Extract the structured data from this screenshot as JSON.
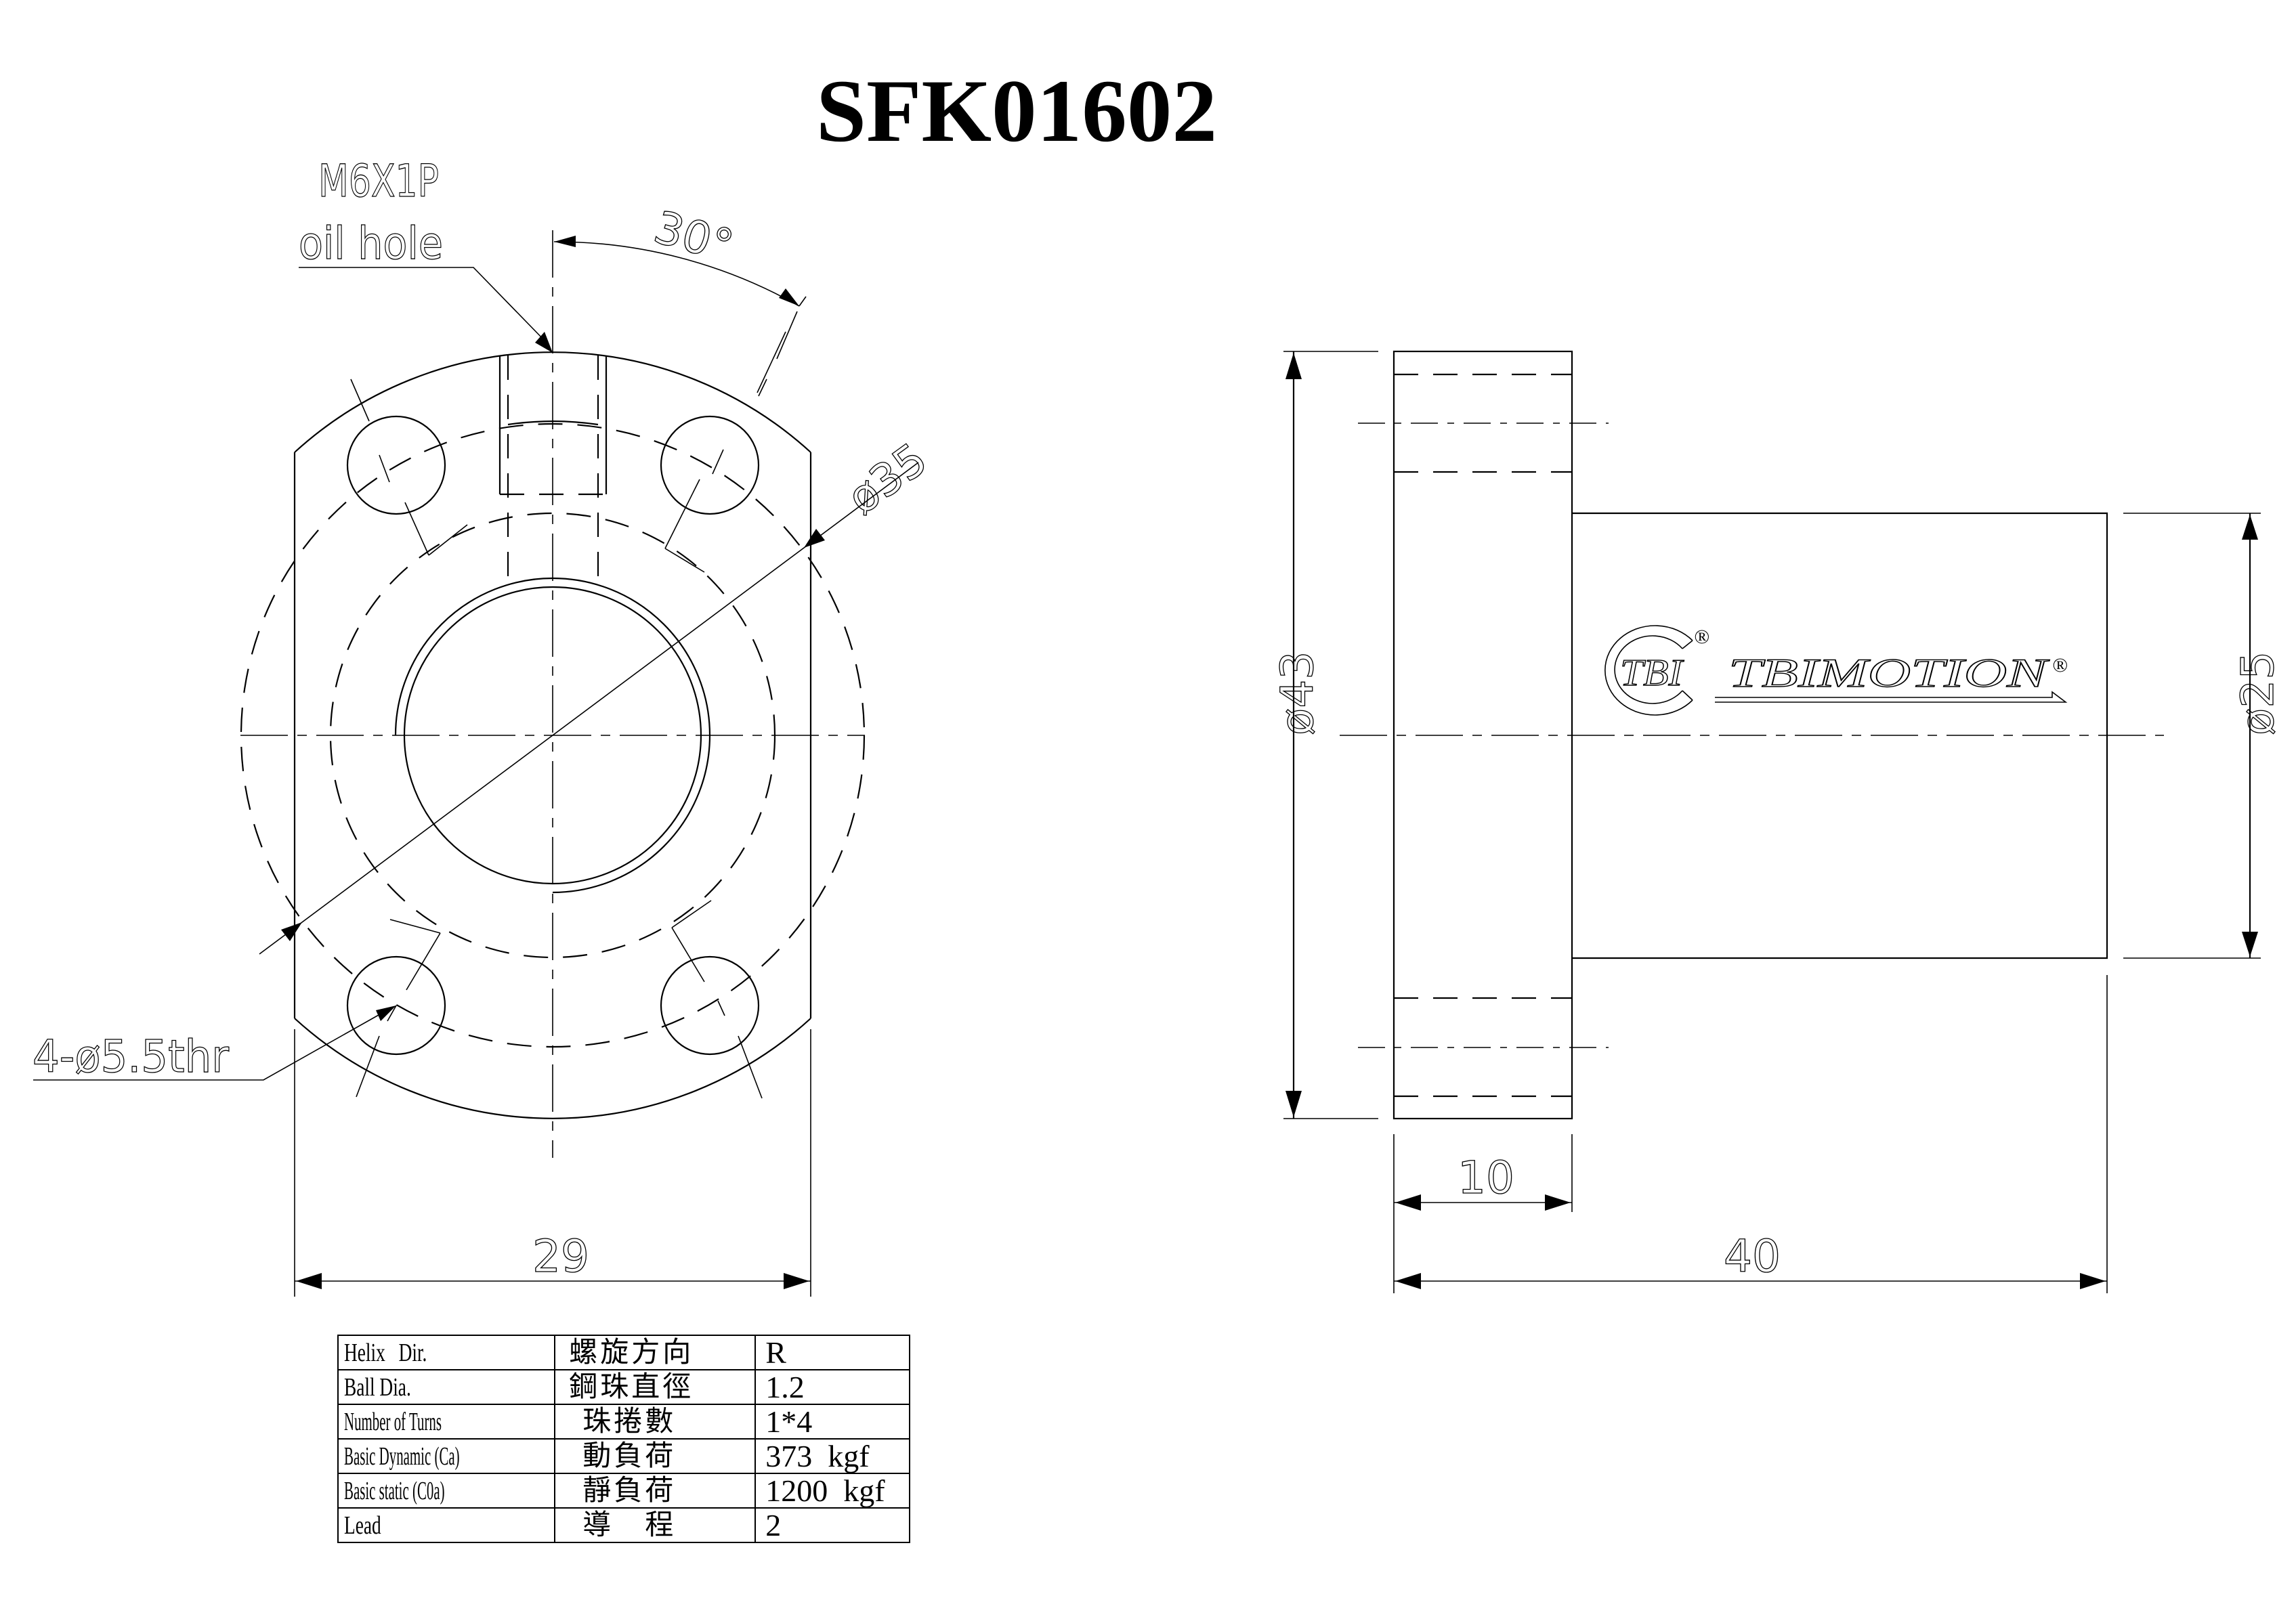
{
  "title": "SFK01602",
  "front_view": {
    "oil_hole_note": {
      "line1": "M6X1P",
      "line2": "oil hole"
    },
    "angle_dim": "30°",
    "pcd_dim": "ø35",
    "mounting_hole_note": "4-ø5.5thr",
    "width_dim": "29"
  },
  "side_view": {
    "flange_dia_dim": "ø43",
    "body_dia_dim": "ø25",
    "flange_thickness_dim": "10",
    "overall_length_dim": "40",
    "logo": {
      "badge_text": "TBI",
      "brand_text": "TBIMOTION",
      "registered_mark": "®"
    }
  },
  "spec_table": {
    "rows": [
      {
        "label_en": "Helix  Dir.",
        "label_zh": "螺旋方向",
        "value": "R"
      },
      {
        "label_en": "Ball Dia.",
        "label_zh": "鋼珠直徑",
        "value": "1.2"
      },
      {
        "label_en": "Number of Turns",
        "label_zh": "珠捲數",
        "value": "1*4"
      },
      {
        "label_en": "Basic Dynamic (Ca)",
        "label_zh": "動負荷",
        "value": "373  kgf"
      },
      {
        "label_en": "Basic static (C0a)",
        "label_zh": "靜負荷",
        "value": "1200  kgf"
      },
      {
        "label_en": "Lead",
        "label_zh": "導　程",
        "value": "2"
      }
    ]
  }
}
